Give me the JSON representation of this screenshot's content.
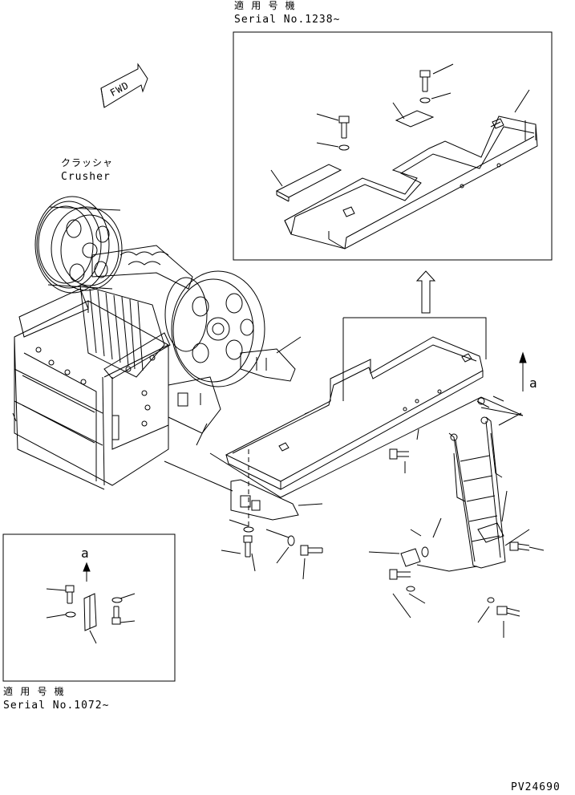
{
  "serial_top": {
    "jp": "適 用 号 機",
    "en": "Serial No.1238~"
  },
  "serial_bottom": {
    "jp": "適 用 号 機",
    "en": "Serial No.1072~"
  },
  "crusher_label": {
    "jp": "クラッシャ",
    "en": "Crusher"
  },
  "fwd_label": "FWD",
  "view_arrow_main": "a",
  "view_arrow_inset": "a",
  "drawing_number": "PV24690"
}
